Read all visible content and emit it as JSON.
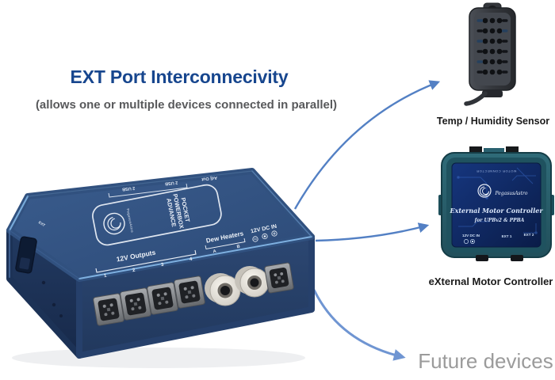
{
  "title": "EXT Port Interconnecivity",
  "subtitle": "(allows one or multiple devices connected in parallel)",
  "hub": {
    "rear_labels": [
      "2 USB",
      "2 USB",
      "Adj Out"
    ],
    "ext_label": "EXT",
    "brand": "PegasusAstro",
    "product_lines": [
      "POCKET",
      "POWERBOX",
      "ADVANCE"
    ],
    "outputs_label": "12V Outputs",
    "output_numbers": [
      "1",
      "2",
      "3",
      "4"
    ],
    "dew_label": "Dew Heaters",
    "dew_channels": [
      "A",
      "B"
    ],
    "dc_in_label": "12V DC IN"
  },
  "sensor": {
    "label": "Temp / Humidity Sensor"
  },
  "controller": {
    "label": "eXternal Motor Controller",
    "panel_top_text": "MOTOR CONNECTOR",
    "panel_brand": "PegasusAstro",
    "panel_title": "External Motor Controller",
    "panel_subtitle": "for UPBv2 & PPBA",
    "panel_ports": [
      "12V DC IN",
      "EXT 1",
      "EXT 2"
    ]
  },
  "future_label": "Future devices",
  "colors": {
    "title": "#17468e",
    "subtitle": "#58595b",
    "arrow": "#5380c4",
    "future_text": "#9b9b9b",
    "hub_top": "#31517f",
    "hub_front": "#26406b",
    "hub_side": "#1c3256",
    "controller_shell": "#2b6472",
    "controller_panel": "#122c63",
    "sensor_body": "#3d4046"
  }
}
